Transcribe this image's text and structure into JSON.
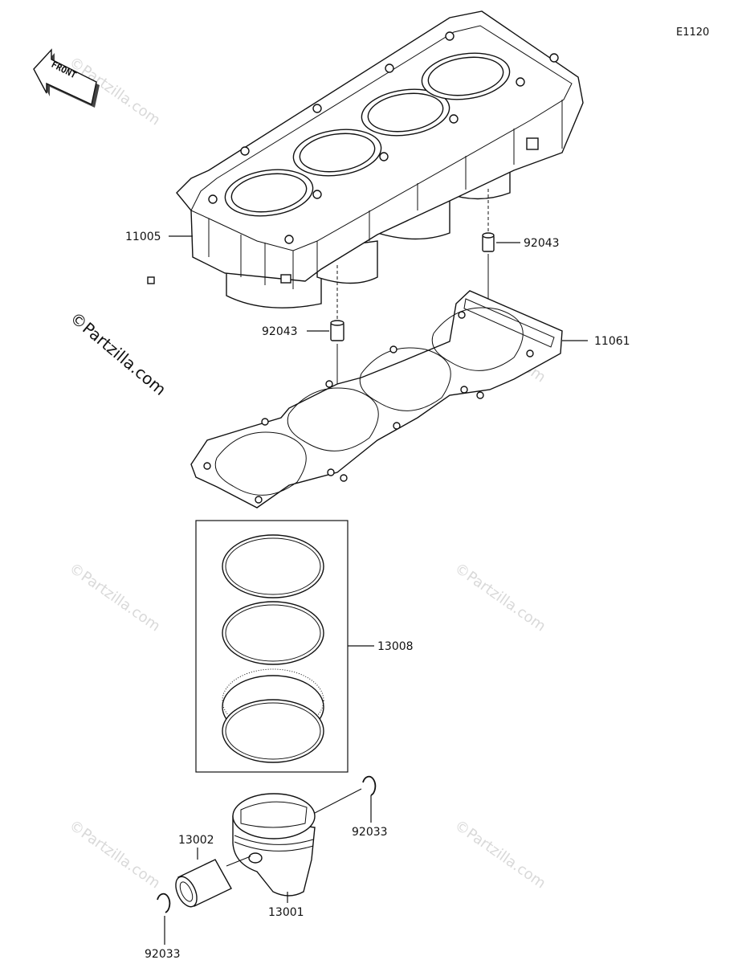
{
  "diagram_code": "E1120",
  "front_label": "FRONT",
  "copyright": "©Partzilla.com",
  "watermark": "©Partzilla.com",
  "parts": {
    "cylinder": "11005",
    "dowel_upper": "92043",
    "dowel_lower": "92043",
    "gasket": "11061",
    "ring_set": "13008",
    "pin": "13002",
    "circlip_right": "92033",
    "piston": "13001",
    "circlip_left": "92033"
  }
}
